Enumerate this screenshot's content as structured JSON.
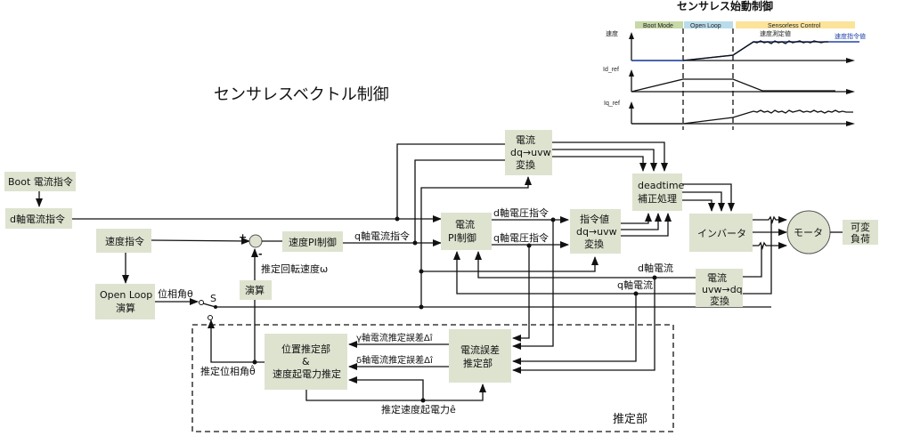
{
  "title": "センサレスベクトル制御",
  "startup_chart": {
    "title": "センサレス始動制御",
    "phases": [
      {
        "label": "Boot Mode",
        "color": "#c6d9a6"
      },
      {
        "label": "Open   Loop",
        "color": "#b9dcea"
      },
      {
        "label": "Sensorless Control",
        "color": "#fbe39a"
      }
    ],
    "axes": [
      {
        "label": "速度"
      },
      {
        "label": "Id_ref"
      },
      {
        "label": "Iq_ref"
      }
    ],
    "annotations": {
      "measured_speed": "速度測定値",
      "speed_command": "速度指令値"
    },
    "colors": {
      "command_line": "#2244aa",
      "measured_line": "#111111"
    }
  },
  "blocks": {
    "boot_current_cmd": "Boot 電流指令",
    "d_axis_current_cmd": "d軸電流指令",
    "speed_cmd": "速度指令",
    "open_loop_calc": [
      "Open Loop",
      "演算"
    ],
    "speed_pi": "速度PI制御",
    "calc": "演算",
    "current_dq_uvw": [
      "電流",
      "dq→uvw",
      "変換"
    ],
    "current_pi": [
      "電流",
      "PI制御"
    ],
    "cmd_dq_uvw": [
      "指令値",
      "dq→uvw",
      "変換"
    ],
    "deadtime": [
      "deadtime",
      "補正処理"
    ],
    "inverter": "インバータ",
    "motor": "モータ",
    "variable_load": [
      "可変",
      "負荷"
    ],
    "current_uvw_dq": [
      "電流",
      "uvw→dq",
      "変換"
    ],
    "position_estimator": [
      "位置推定部",
      "&",
      "速度起電力推定"
    ],
    "current_error_estimator": [
      "電流誤差",
      "推定部"
    ]
  },
  "signals": {
    "q_axis_current_cmd": "q軸電流指令",
    "estimated_speed": "推定回転速度ω",
    "d_axis_voltage_cmd": "d軸電圧指令",
    "q_axis_voltage_cmd": "q軸電圧指令",
    "d_axis_current": "d軸電流",
    "q_axis_current": "q軸電流",
    "phase_angle": "位相角θ",
    "switch_label": "S",
    "plus": "+",
    "minus": "-",
    "gamma_error": "γ軸電流推定誤差Δî",
    "delta_error": "δ軸電流推定誤差Δî",
    "estimated_phase": "推定位相角θ̂",
    "estimated_emf": "推定速度起電力ê",
    "estimator_section": "推定部"
  },
  "colors": {
    "block_fill": "#dde3cf",
    "line": "#111111"
  }
}
